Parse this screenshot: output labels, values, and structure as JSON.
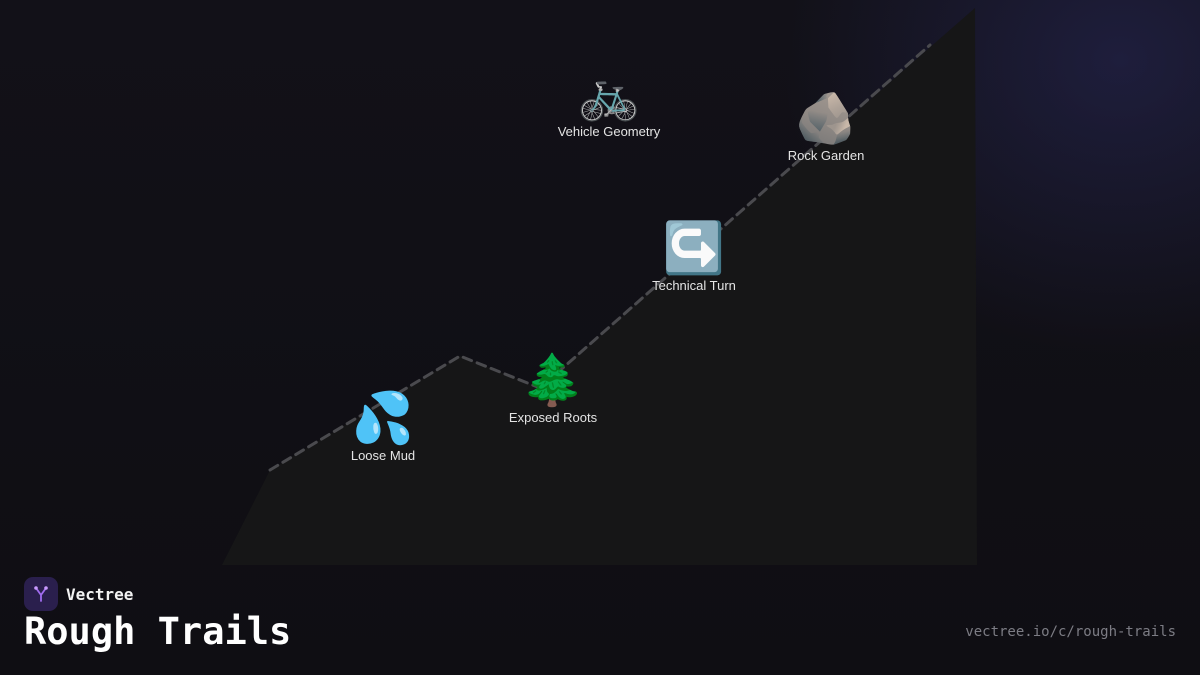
{
  "brand": {
    "name": "Vectree",
    "logo_icon": "vectree-branch-icon",
    "logo_color": "#a16cf0"
  },
  "title": "Rough Trails",
  "url": "vectree.io/c/rough-trails",
  "colors": {
    "background": "#0f0e13",
    "mountain": "#161617",
    "trail": "#4a4a4e"
  },
  "nodes": [
    {
      "id": "vehicle-geometry",
      "label": "Vehicle Geometry",
      "icon": "bicycle-icon",
      "glyph": "🚲"
    },
    {
      "id": "rock-garden",
      "label": "Rock Garden",
      "icon": "rock-icon",
      "glyph": "🪨"
    },
    {
      "id": "technical-turn",
      "label": "Technical Turn",
      "icon": "turn-arrow-icon",
      "glyph": "↪️"
    },
    {
      "id": "exposed-roots",
      "label": "Exposed Roots",
      "icon": "evergreen-tree-icon",
      "glyph": "🌲"
    },
    {
      "id": "loose-mud",
      "label": "Loose Mud",
      "icon": "droplets-icon",
      "glyph": "💦"
    }
  ]
}
